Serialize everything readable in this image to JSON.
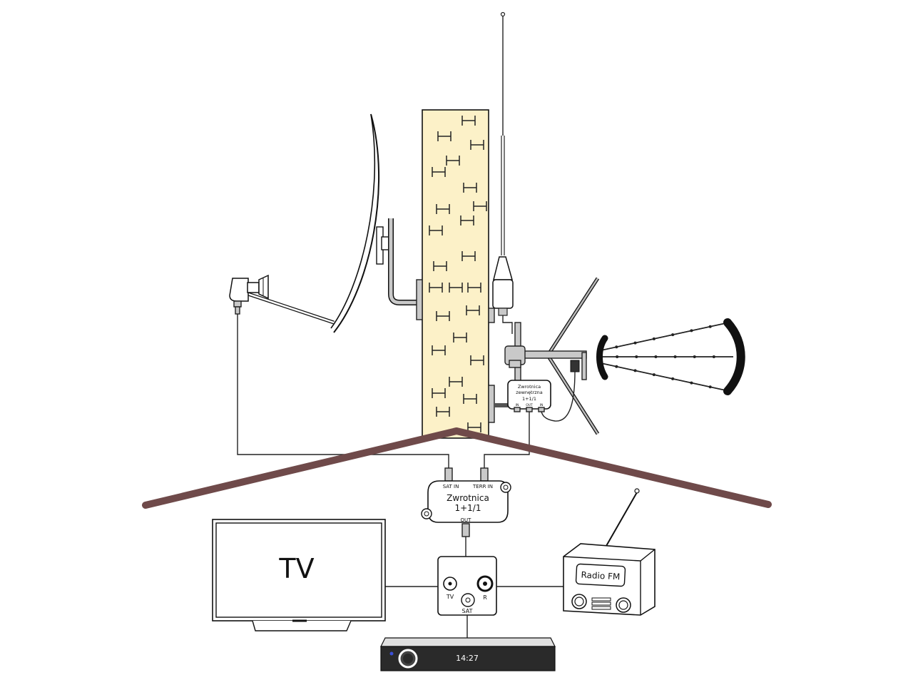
{
  "diagram": {
    "splitter_main": {
      "label_line1": "Zwrotnica",
      "label_line2": "1+1/1",
      "port_sat_in": "SAT IN",
      "port_terr_in": "TERR IN",
      "port_out": "OUT"
    },
    "splitter_outdoor": {
      "label_line1": "Zwrotnica",
      "label_line2": "zewnętrzna",
      "label_line3": "1+1/1",
      "port_in_left": "IN",
      "port_out": "OUT",
      "port_in_right": "IN"
    },
    "wall_socket": {
      "port_tv": "TV",
      "port_radio": "R",
      "port_sat": "SAT"
    },
    "tv": {
      "label": "TV"
    },
    "radio": {
      "label": "Radio FM"
    },
    "set_top_box": {
      "clock": "14:27"
    },
    "colors": {
      "chimney_fill": "#fcf1c8",
      "roof": "#6f4a4a",
      "ink": "#111111",
      "metal": "#c9c9c9",
      "stb_body": "#2a2a2a"
    }
  }
}
